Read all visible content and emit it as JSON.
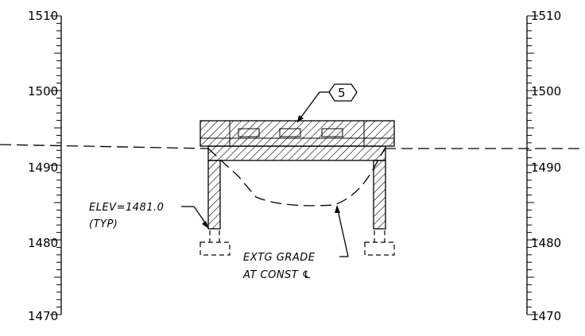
{
  "scale_left": {
    "labels": [
      "1510",
      "1500",
      "1490",
      "1480",
      "1470"
    ]
  },
  "scale_right": {
    "labels": [
      "1510",
      "1500",
      "1490",
      "1480",
      "1470"
    ]
  },
  "callout": {
    "number": "5"
  },
  "notes": {
    "elev_line1": "ELEV=1481.0",
    "elev_line2": "(TYP)",
    "grade_line1": "EXTG GRADE",
    "grade_line2": "AT CONST ℄"
  },
  "colors": {
    "ink": "#000000",
    "background": "#ffffff"
  }
}
